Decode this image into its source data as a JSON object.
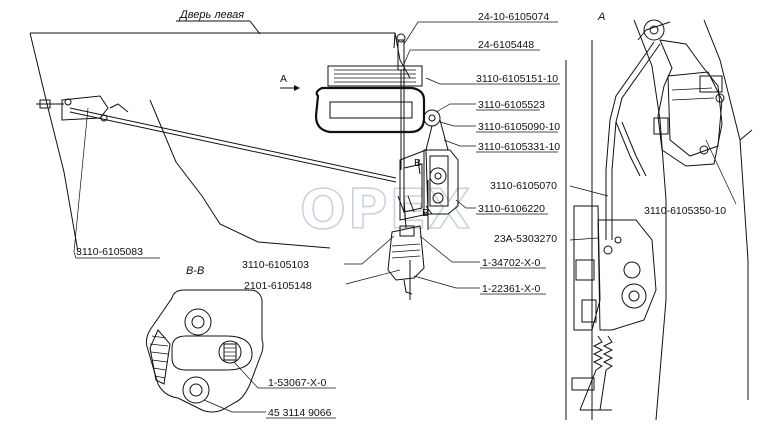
{
  "view_titles": {
    "door": "Дверь левая",
    "view_a": "А",
    "section_bb": "В-В"
  },
  "markers": {
    "arrow_a": "А",
    "section_b_top": "В",
    "section_b_bottom": "В"
  },
  "watermark": "ОРЕХ",
  "part_labels": {
    "p_24_10_6105074": "24-10-6105074",
    "p_24_6105448": "24-6105448",
    "p_3110_6105151_10": "3110-6105151-10",
    "p_3110_6105523": "3110-6105523",
    "p_3110_6105090_10": "3110-6105090-10",
    "p_3110_6105331_10": "3110-6105331-10",
    "p_3110_6105070": "3110-6105070",
    "p_3110_6106220": "3110-6106220",
    "p_3110_6105350_10": "3110-6105350-10",
    "p_23a_5303270": "23А-5303270",
    "p_3110_6105083": "3110-6105083",
    "p_3110_6105103": "3110-6105103",
    "p_1_34702_x_0": "1-34702-Х-0",
    "p_2101_6105148": "2101-6105148",
    "p_1_22361_x_0": "1-22361-Х-0",
    "p_1_53067_x_0": "1-53067-Х-0",
    "p_45_3114_9066": "45 3114 9066"
  }
}
